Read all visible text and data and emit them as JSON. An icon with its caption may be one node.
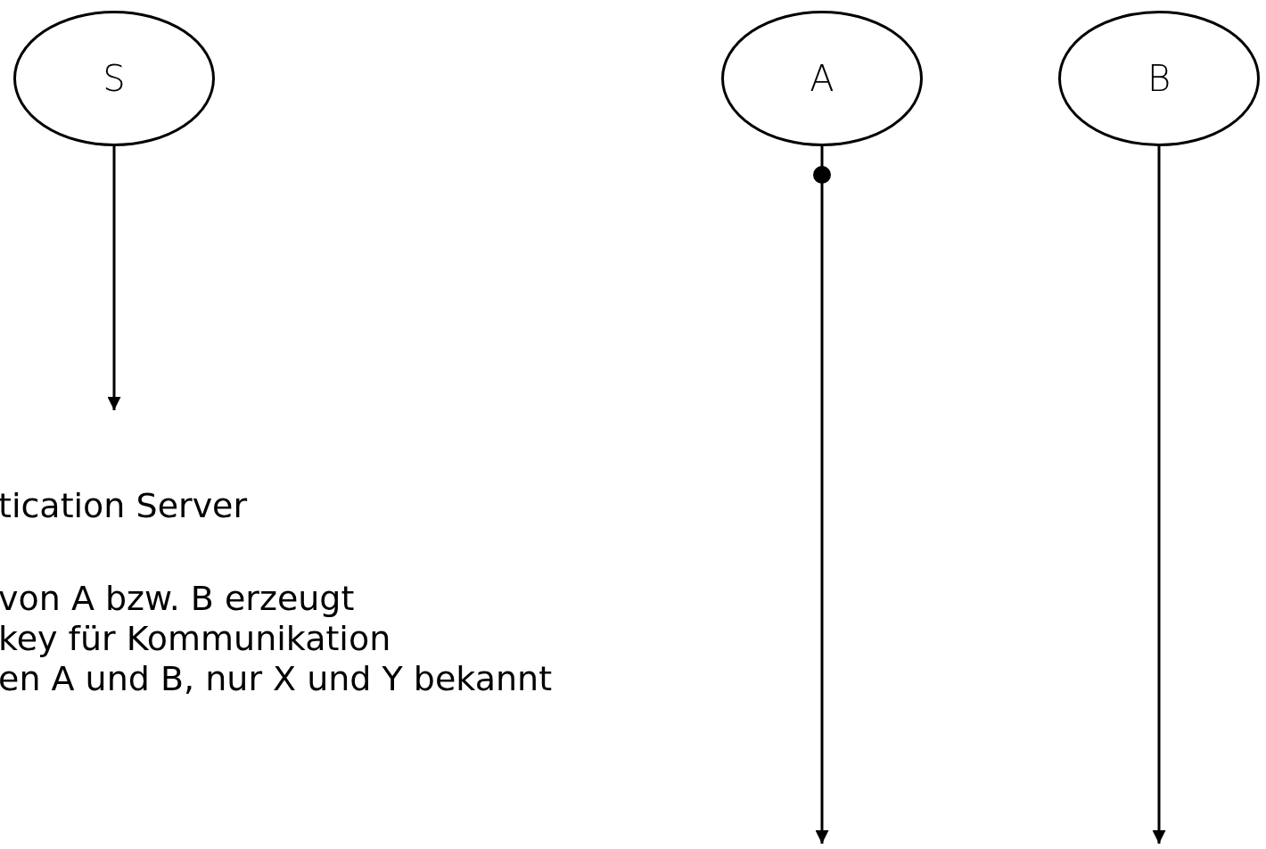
{
  "diagram": {
    "nodes": [
      {
        "text": [
          "S"
        ]
      },
      {
        "text": [
          "A"
        ]
      },
      {
        "text": [
          "B"
        ]
      }
    ],
    "edges": [
      {
        "from": 0,
        "to": null,
        "arrow": "to"
      },
      {
        "from": 1,
        "to": null,
        "arrow": "to"
      },
      {
        "from": 2,
        "to": null,
        "arrow": "to"
      }
    ],
    "labels": [
      "tication Server",
      "von A bzw. B erzeugt",
      "key für Kommunikation",
      "en A und B, nur X und Y bekannt"
    ]
  }
}
